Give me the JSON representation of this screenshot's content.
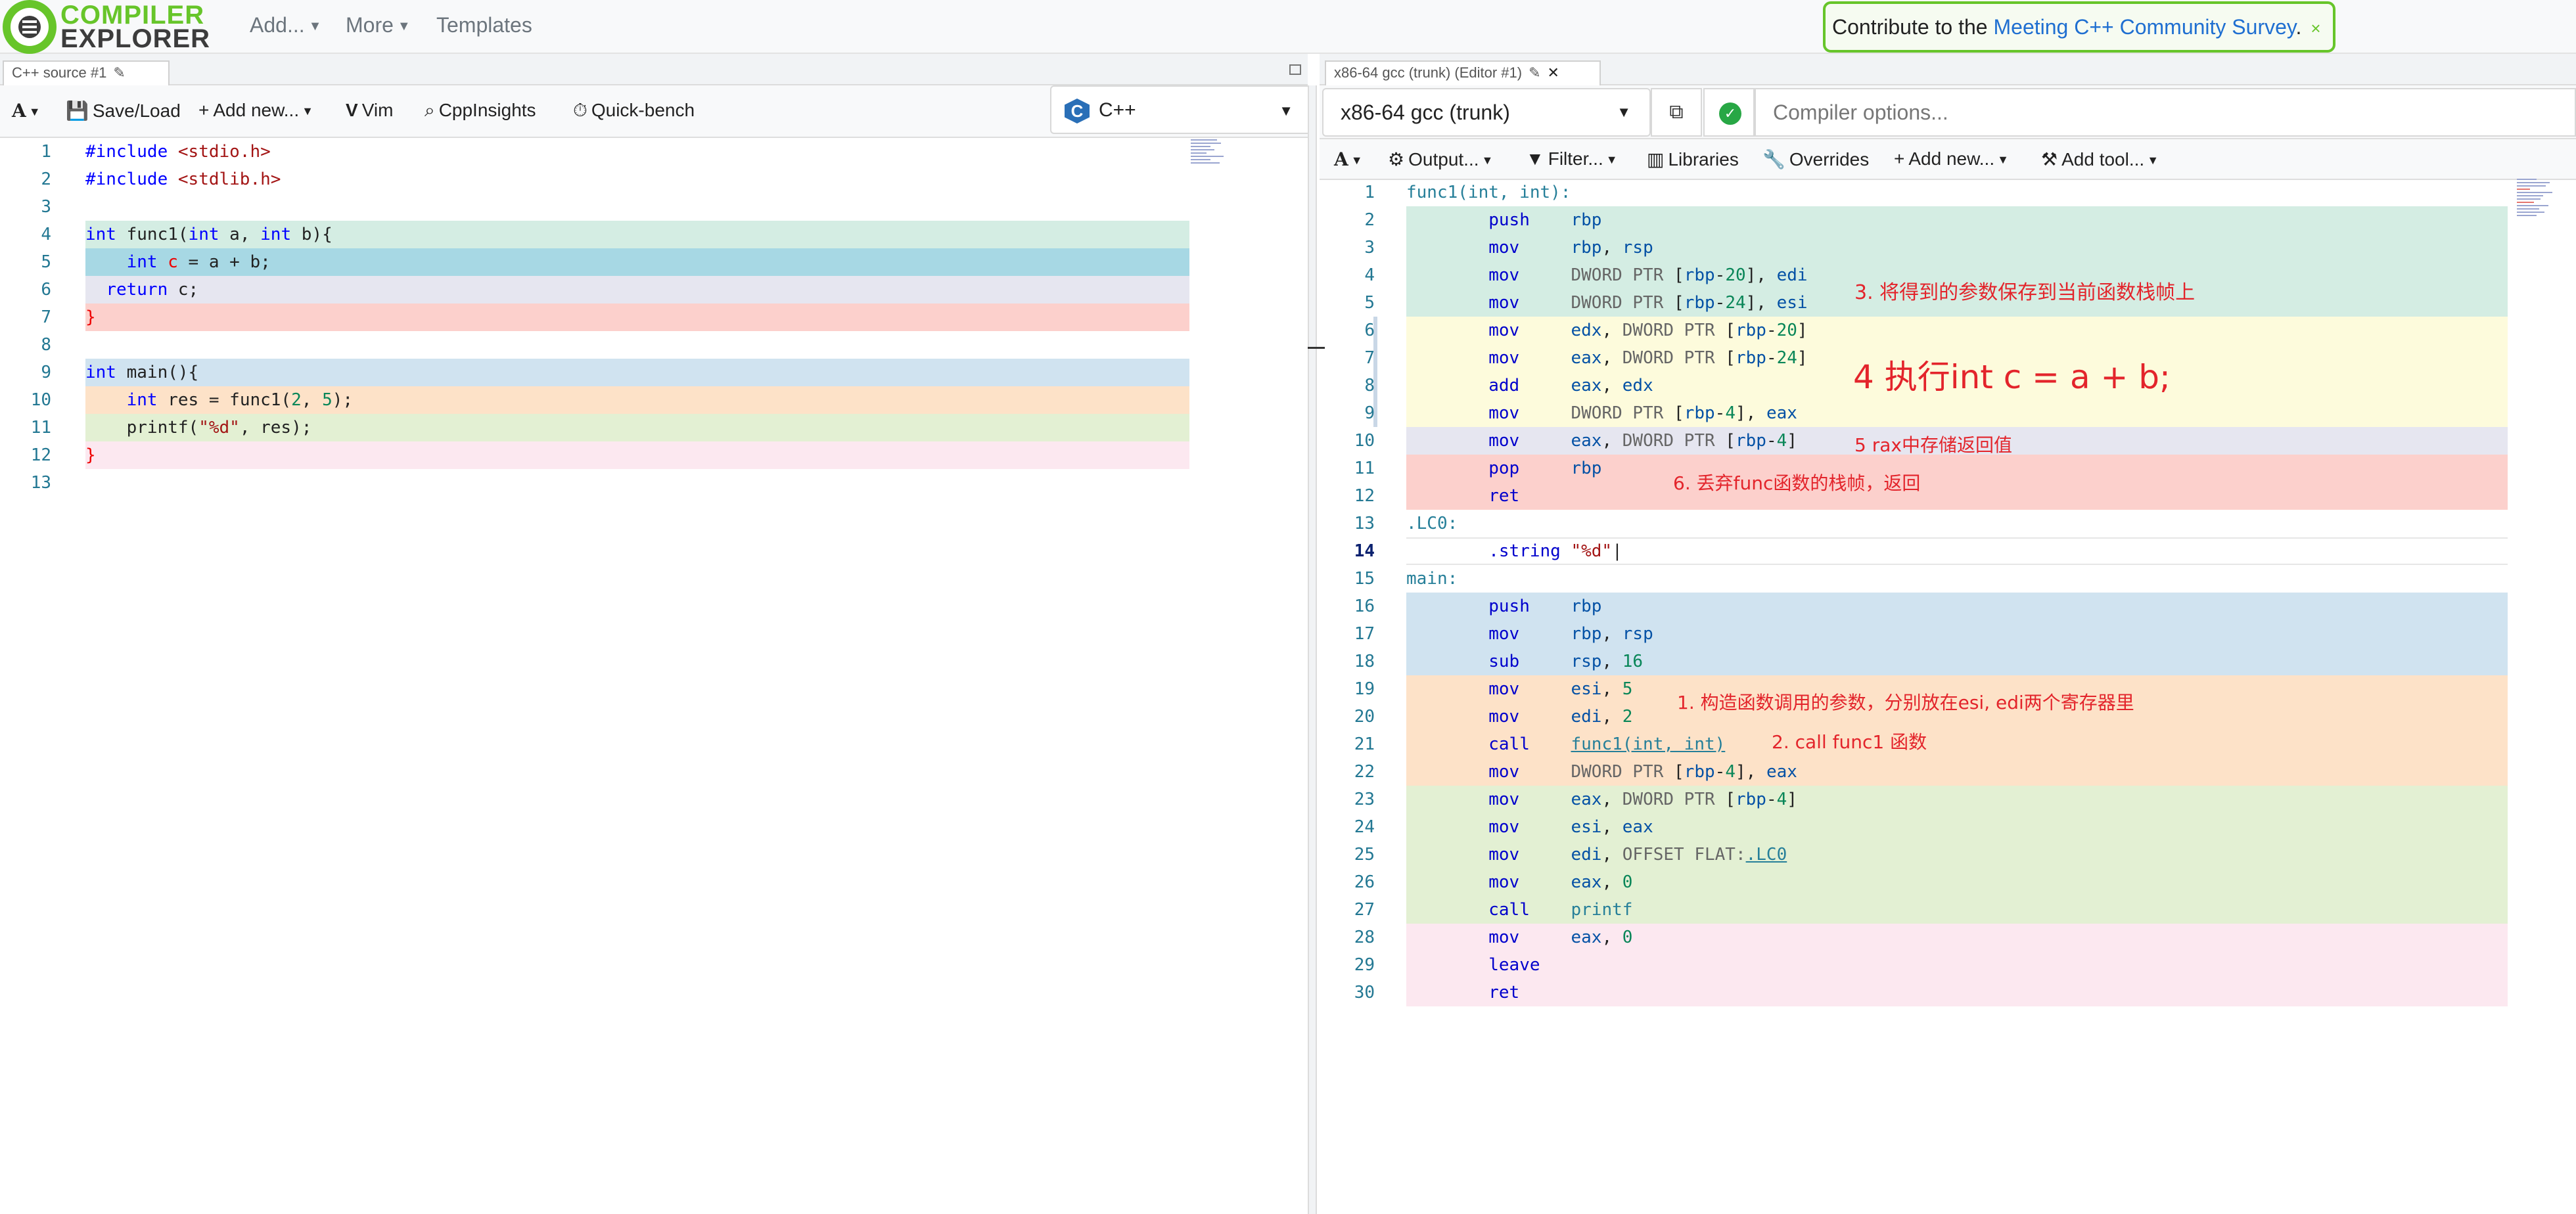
{
  "nav": {
    "logo_line1": "COMPILER",
    "logo_line2": "EXPLORER",
    "add": "Add...",
    "more": "More",
    "templates": "Templates"
  },
  "survey": {
    "prefix": "Contribute to the ",
    "link": "Meeting C++ Community Survey",
    "suffix": ".",
    "close": "×"
  },
  "source_pane": {
    "tab_title": "C++ source #1",
    "toolbar": {
      "font": "A",
      "save_load": "Save/Load",
      "add_new": "Add new...",
      "vim": "Vim",
      "cppinsights": "CppInsights",
      "quickbench": "Quick-bench"
    },
    "language": "C++",
    "lines": [
      {
        "n": "1",
        "html": "<span class='pp'>#include</span> <span class='str'>&lt;stdio.h&gt;</span>"
      },
      {
        "n": "2",
        "html": "<span class='pp'>#include</span> <span class='str'>&lt;stdlib.h&gt;</span>"
      },
      {
        "n": "3",
        "html": ""
      },
      {
        "n": "4",
        "html": "<span class='kw'>int</span> func1(<span class='kw'>int</span> a, <span class='kw'>int</span> b){"
      },
      {
        "n": "5",
        "html": "    <span class='kw'>int</span> <span class='red'>c</span> = a + b;"
      },
      {
        "n": "6",
        "html": "  <span class='kw'>return</span> c;"
      },
      {
        "n": "7",
        "html": "<span class='red'>}</span>"
      },
      {
        "n": "8",
        "html": ""
      },
      {
        "n": "9",
        "html": "<span class='kw'>int</span> main(){"
      },
      {
        "n": "10",
        "html": "    <span class='kw'>int</span> res = func1(<span class='num'>2</span>, <span class='num'>5</span>);"
      },
      {
        "n": "11",
        "html": "    printf(<span class='str'>\"%d\"</span>, res);"
      },
      {
        "n": "12",
        "html": "<span class='red'>}</span>"
      },
      {
        "n": "13",
        "html": ""
      }
    ],
    "line_bg": [
      "",
      "",
      "",
      "#d4ede3",
      "#a7d8e4",
      "#e6e6f0",
      "#fcd0cc",
      "",
      "#d0e3f0",
      "#fde2c8",
      "#e3f0d3",
      "#fce8f0",
      ""
    ]
  },
  "compiler_pane": {
    "tab_title": "x86-64 gcc (trunk) (Editor #1)",
    "compiler": "x86-64 gcc (trunk)",
    "options_placeholder": "Compiler options...",
    "toolbar": {
      "font": "A",
      "output": "Output...",
      "filter": "Filter...",
      "libraries": "Libraries",
      "overrides": "Overrides",
      "add_new": "Add new...",
      "add_tool": "Add tool..."
    },
    "lines": [
      {
        "n": "1",
        "html": "<span class='lbl'>func1(int, int):</span>"
      },
      {
        "n": "2",
        "html": "        <span class='op'>push</span>    <span class='reg'>rbp</span>"
      },
      {
        "n": "3",
        "html": "        <span class='op'>mov</span>     <span class='reg'>rbp</span>, <span class='reg'>rsp</span>"
      },
      {
        "n": "4",
        "html": "        <span class='op'>mov</span>     <span class='ptr'>DWORD PTR</span> [<span class='reg'>rbp</span>-<span class='num'>20</span>], <span class='reg'>edi</span>"
      },
      {
        "n": "5",
        "html": "        <span class='op'>mov</span>     <span class='ptr'>DWORD PTR</span> [<span class='reg'>rbp</span>-<span class='num'>24</span>], <span class='reg'>esi</span>"
      },
      {
        "n": "6",
        "html": "        <span class='op'>mov</span>     <span class='reg'>edx</span>, <span class='ptr'>DWORD PTR</span> [<span class='reg'>rbp</span>-<span class='num'>20</span>]"
      },
      {
        "n": "7",
        "html": "        <span class='op'>mov</span>     <span class='reg'>eax</span>, <span class='ptr'>DWORD PTR</span> [<span class='reg'>rbp</span>-<span class='num'>24</span>]"
      },
      {
        "n": "8",
        "html": "        <span class='op'>add</span>     <span class='reg'>eax</span>, <span class='reg'>edx</span>"
      },
      {
        "n": "9",
        "html": "        <span class='op'>mov</span>     <span class='ptr'>DWORD PTR</span> [<span class='reg'>rbp</span>-<span class='num'>4</span>], <span class='reg'>eax</span>"
      },
      {
        "n": "10",
        "html": "        <span class='op'>mov</span>     <span class='reg'>eax</span>, <span class='ptr'>DWORD PTR</span> [<span class='reg'>rbp</span>-<span class='num'>4</span>]"
      },
      {
        "n": "11",
        "html": "        <span class='op'>pop</span>     <span class='reg'>rbp</span>"
      },
      {
        "n": "12",
        "html": "        <span class='op'>ret</span>"
      },
      {
        "n": "13",
        "html": "<span class='lbl'>.LC0:</span>"
      },
      {
        "n": "14",
        "html": "        <span class='op'>.string</span> <span class='str'>\"%d\"</span>|"
      },
      {
        "n": "15",
        "html": "<span class='lbl'>main:</span>"
      },
      {
        "n": "16",
        "html": "        <span class='op'>push</span>    <span class='reg'>rbp</span>"
      },
      {
        "n": "17",
        "html": "        <span class='op'>mov</span>     <span class='reg'>rbp</span>, <span class='reg'>rsp</span>"
      },
      {
        "n": "18",
        "html": "        <span class='op'>sub</span>     <span class='reg'>rsp</span>, <span class='num'>16</span>"
      },
      {
        "n": "19",
        "html": "        <span class='op'>mov</span>     <span class='reg'>esi</span>, <span class='num'>5</span>"
      },
      {
        "n": "20",
        "html": "        <span class='op'>mov</span>     <span class='reg'>edi</span>, <span class='num'>2</span>"
      },
      {
        "n": "21",
        "html": "        <span class='op'>call</span>    <span class='ul'>func1(int, int)</span>"
      },
      {
        "n": "22",
        "html": "        <span class='op'>mov</span>     <span class='ptr'>DWORD PTR</span> [<span class='reg'>rbp</span>-<span class='num'>4</span>], <span class='reg'>eax</span>"
      },
      {
        "n": "23",
        "html": "        <span class='op'>mov</span>     <span class='reg'>eax</span>, <span class='ptr'>DWORD PTR</span> [<span class='reg'>rbp</span>-<span class='num'>4</span>]"
      },
      {
        "n": "24",
        "html": "        <span class='op'>mov</span>     <span class='reg'>esi</span>, <span class='reg'>eax</span>"
      },
      {
        "n": "25",
        "html": "        <span class='op'>mov</span>     <span class='reg'>edi</span>, <span class='ptr'>OFFSET FLAT:</span><span class='ul'>.LC0</span>"
      },
      {
        "n": "26",
        "html": "        <span class='op'>mov</span>     <span class='reg'>eax</span>, <span class='num'>0</span>"
      },
      {
        "n": "27",
        "html": "        <span class='op'>call</span>    <span class='lbl'>printf</span>"
      },
      {
        "n": "28",
        "html": "        <span class='op'>mov</span>     <span class='reg'>eax</span>, <span class='num'>0</span>"
      },
      {
        "n": "29",
        "html": "        <span class='op'>leave</span>"
      },
      {
        "n": "30",
        "html": "        <span class='op'>ret</span>"
      }
    ],
    "line_bg": [
      "",
      "#d4ede3",
      "#d4ede3",
      "#d4ede3",
      "#d4ede3",
      "#fdfbdc",
      "#fdfbdc",
      "#fdfbdc",
      "#fdfbdc",
      "#e6e6f0",
      "#fcd0cc",
      "#fcd0cc",
      "",
      "",
      "",
      "#d0e3f0",
      "#d0e3f0",
      "#d0e3f0",
      "#fde2c8",
      "#fde2c8",
      "#fde2c8",
      "#fde2c8",
      "#e3f0d3",
      "#e3f0d3",
      "#e3f0d3",
      "#e3f0d3",
      "#e3f0d3",
      "#fce8f0",
      "#fce8f0",
      "#fce8f0"
    ],
    "current_line": "14"
  },
  "annotations": {
    "note3": "3. 将得到的参数保存到当前函数栈帧上",
    "note4": "4 执行int c = a + b;",
    "note5": "5 rax中存储返回值",
    "note6": "6. 丢弃func函数的栈帧，返回",
    "note1": "1. 构造函数调用的参数，分别放在esi, edi两个寄存器里",
    "note2": "2. call func1 函数"
  },
  "colors": {
    "brand_green": "#67c52a",
    "link_blue": "#1f6fd1",
    "annotation_red": "#e3242b"
  }
}
